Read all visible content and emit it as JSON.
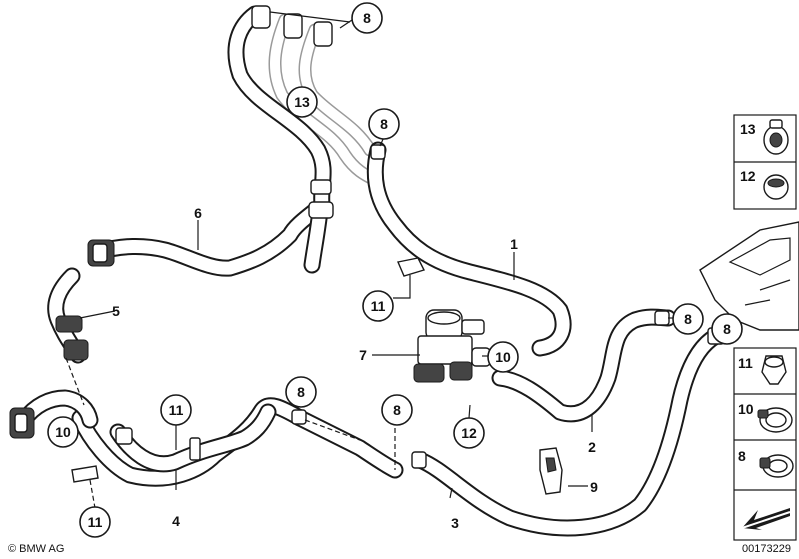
{
  "diagram": {
    "callouts": [
      {
        "id": "c8-top",
        "label": "8"
      },
      {
        "id": "c13",
        "label": "13"
      },
      {
        "id": "c8-mid",
        "label": "8"
      },
      {
        "id": "c11-valve",
        "label": "11"
      },
      {
        "id": "c10-valve",
        "label": "10"
      },
      {
        "id": "c8-right-a",
        "label": "8"
      },
      {
        "id": "c8-right-b",
        "label": "8"
      },
      {
        "id": "c8-low-a",
        "label": "8"
      },
      {
        "id": "c8-low-b",
        "label": "8"
      },
      {
        "id": "c12",
        "label": "12"
      },
      {
        "id": "c11-low-a",
        "label": "11"
      },
      {
        "id": "c10-left",
        "label": "10"
      },
      {
        "id": "c11-low-b",
        "label": "11"
      }
    ],
    "part_labels": [
      {
        "id": "p1",
        "label": "1"
      },
      {
        "id": "p2",
        "label": "2"
      },
      {
        "id": "p3",
        "label": "3"
      },
      {
        "id": "p4",
        "label": "4"
      },
      {
        "id": "p5",
        "label": "5"
      },
      {
        "id": "p6",
        "label": "6"
      },
      {
        "id": "p7",
        "label": "7"
      },
      {
        "id": "p9",
        "label": "9"
      }
    ],
    "legend_top": [
      {
        "id": "lt13",
        "label": "13"
      },
      {
        "id": "lt12",
        "label": "12"
      }
    ],
    "legend_bottom": [
      {
        "id": "lb11",
        "label": "11"
      },
      {
        "id": "lb10",
        "label": "10"
      },
      {
        "id": "lb8",
        "label": "8"
      }
    ],
    "copyright": "© BMW AG",
    "drawing_number": "00173229"
  },
  "colors": {
    "line": "#1a1a1a",
    "ghost": "#9a9a9a",
    "background": "#ffffff"
  },
  "icons": [
    "hose-clamp-icon",
    "grommet-icon",
    "spring-clip-icon",
    "screw-clamp-icon",
    "retaining-clip-icon",
    "arrow-icon"
  ]
}
